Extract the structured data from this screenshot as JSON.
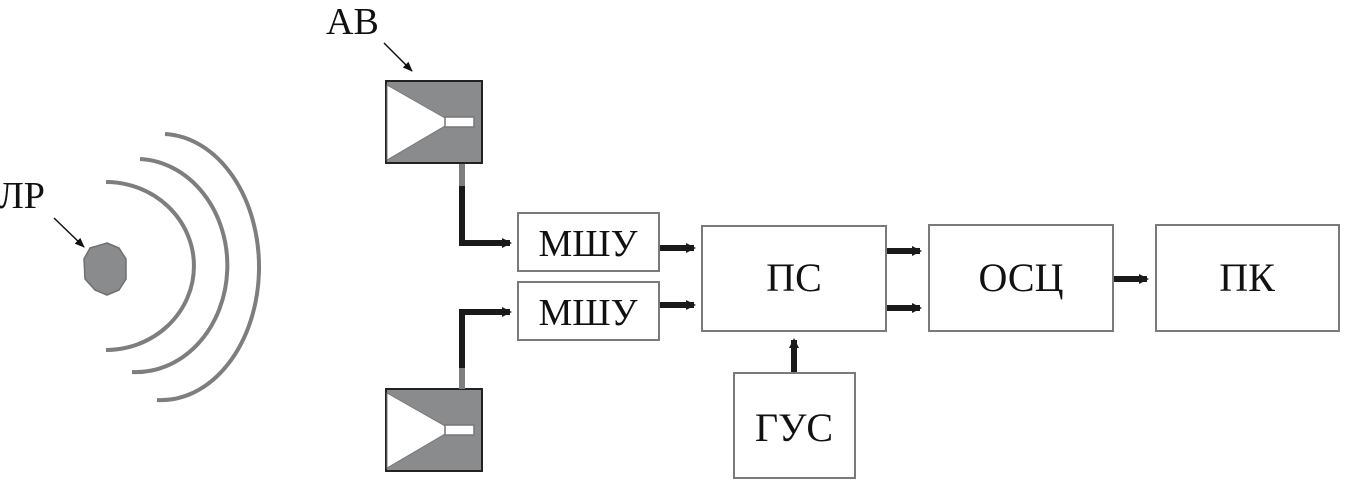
{
  "diagram": {
    "type": "block-diagram",
    "labels": {
      "source": "ЛР",
      "antenna": "АВ"
    },
    "blocks": {
      "lna_top": "МШУ",
      "lna_bottom": "МШУ",
      "mixer": "ПС",
      "generator": "ГУС",
      "oscilloscope": "ОСЦ",
      "pc": "ПК"
    },
    "connections": [
      {
        "from": "antenna_top",
        "to": "lna_top"
      },
      {
        "from": "antenna_bottom",
        "to": "lna_bottom"
      },
      {
        "from": "lna_top",
        "to": "mixer"
      },
      {
        "from": "lna_bottom",
        "to": "mixer"
      },
      {
        "from": "generator",
        "to": "mixer"
      },
      {
        "from": "mixer",
        "to": "oscilloscope"
      },
      {
        "from": "mixer",
        "to": "oscilloscope"
      },
      {
        "from": "oscilloscope",
        "to": "pc"
      }
    ],
    "colors": {
      "antenna_fill": "#8a8b8d",
      "source_fill": "#8a8b8d",
      "wave_stroke": "#7d7e80",
      "block_border": "#7a7a7a",
      "wire": "#1a1a1a"
    }
  }
}
